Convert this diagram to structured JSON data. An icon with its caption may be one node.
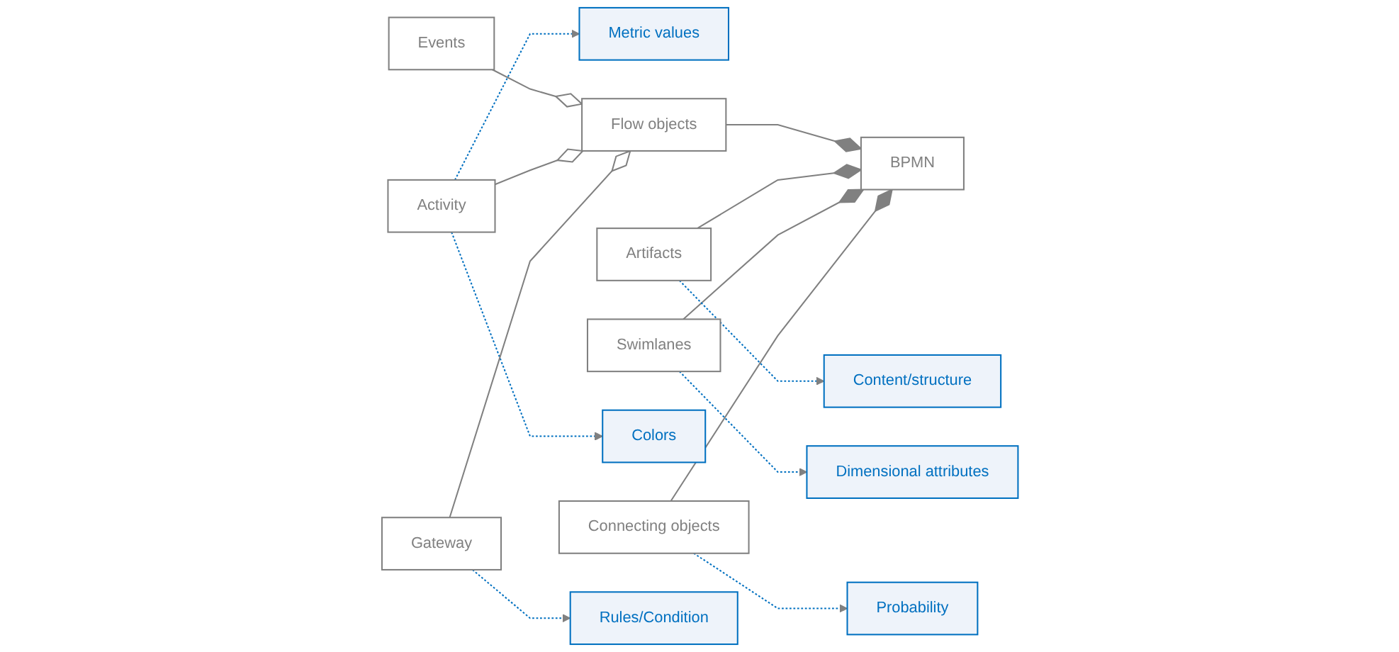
{
  "diagram": {
    "nodes": [
      {
        "text": [
          "Metric values"
        ]
      },
      {
        "text": [
          "Events"
        ]
      },
      {
        "text": [
          "Artifacts"
        ]
      },
      {
        "text": [
          "Content/structure"
        ]
      },
      {
        "text": [
          "Activity"
        ]
      },
      {
        "text": [
          "Flow objects"
        ]
      },
      {
        "text": [
          "BPMN"
        ]
      },
      {
        "text": [
          "Swimlanes"
        ]
      },
      {
        "text": [
          "Colors"
        ]
      },
      {
        "text": [
          "Gateway"
        ]
      },
      {
        "text": [
          "Connecting objects"
        ]
      },
      {
        "text": [
          "Dimensional attributes"
        ]
      },
      {
        "text": [
          "Rules/Condition"
        ]
      },
      {
        "text": [
          "Probability"
        ]
      }
    ],
    "edges": [
      {
        "from": 4,
        "to": 0,
        "arrow": "to",
        "style": "dashed",
        "color": "#0070c0"
      },
      {
        "from": 4,
        "to": 8,
        "arrow": "to",
        "style": "dashed",
        "color": "#0070c0"
      },
      {
        "from": 1,
        "to": 5,
        "arrow": "other"
      },
      {
        "from": 4,
        "to": 5,
        "arrow": "other"
      },
      {
        "from": 9,
        "to": 5,
        "arrow": "other"
      },
      {
        "from": 5,
        "to": 6,
        "arrow": "other"
      },
      {
        "from": 2,
        "to": 6,
        "arrow": "other"
      },
      {
        "from": 7,
        "to": 6,
        "arrow": "other"
      },
      {
        "from": 10,
        "to": 6,
        "arrow": "other"
      },
      {
        "from": 2,
        "to": 3,
        "arrow": "to",
        "style": "dashed",
        "color": "#0070c0"
      },
      {
        "from": 7,
        "to": 11,
        "arrow": "to",
        "style": "dashed",
        "color": "#0070c0"
      },
      {
        "from": 9,
        "to": 12,
        "arrow": "to",
        "style": "dashed",
        "color": "#0070c0"
      },
      {
        "from": 10,
        "to": 13,
        "arrow": "to",
        "style": "dashed",
        "color": "#0070c0"
      }
    ]
  }
}
